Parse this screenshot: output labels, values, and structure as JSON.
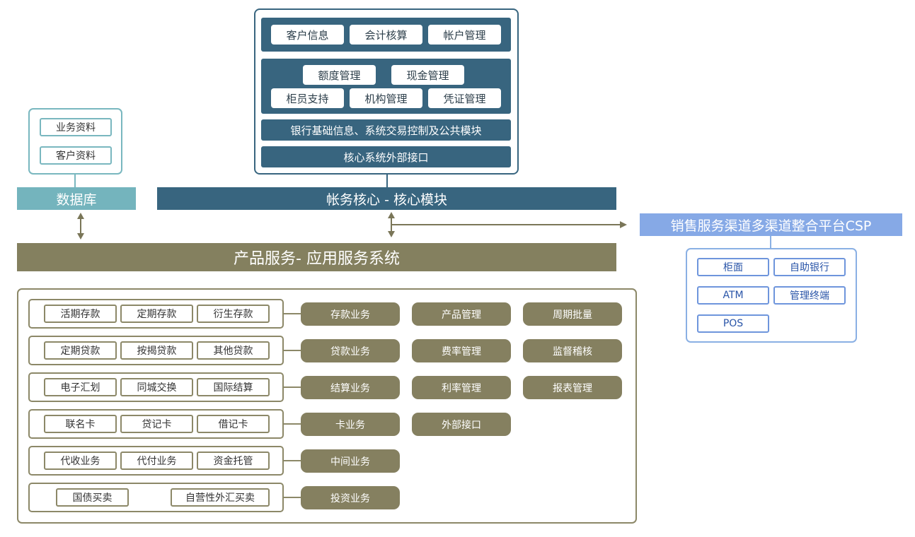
{
  "core": {
    "row1": [
      "客户信息",
      "会计核算",
      "帐户管理"
    ],
    "row2": [
      "额度管理",
      "现金管理"
    ],
    "row3": [
      "柜员支持",
      "机构管理",
      "凭证管理"
    ],
    "bar1": "银行基础信息、系统交易控制及公共模块",
    "bar2": "核心系统外部接口",
    "title": "帐务核心 - 核心模块"
  },
  "database": {
    "items": [
      "业务资料",
      "客户资料"
    ],
    "title": "数据库"
  },
  "product": {
    "title": "产品服务- 应用服务系统",
    "rows": [
      {
        "items": [
          "活期存款",
          "定期存款",
          "衍生存款"
        ],
        "service": "存款业务"
      },
      {
        "items": [
          "定期贷款",
          "按揭贷款",
          "其他贷款"
        ],
        "service": "贷款业务"
      },
      {
        "items": [
          "电子汇划",
          "同城交换",
          "国际结算"
        ],
        "service": "结算业务"
      },
      {
        "items": [
          "联名卡",
          "贷记卡",
          "借记卡"
        ],
        "service": "卡业务"
      },
      {
        "items": [
          "代收业务",
          "代付业务",
          "资金托管"
        ],
        "service": "中间业务"
      },
      {
        "items": [
          "国债买卖",
          "自营性外汇买卖"
        ],
        "service": "投资业务"
      }
    ],
    "mgmt_col1": [
      "产品管理",
      "费率管理",
      "利率管理",
      "外部接口"
    ],
    "mgmt_col2": [
      "周期批量",
      "监督稽核",
      "报表管理"
    ]
  },
  "csp": {
    "title": "销售服务渠道多渠道整合平台CSP",
    "items": [
      "柜面",
      "自助银行",
      "ATM",
      "管理终端",
      "POS"
    ]
  },
  "colors": {
    "core": "#38657f",
    "database": "#74b4bd",
    "product": "#84805f",
    "csp": "#86a9e6"
  }
}
